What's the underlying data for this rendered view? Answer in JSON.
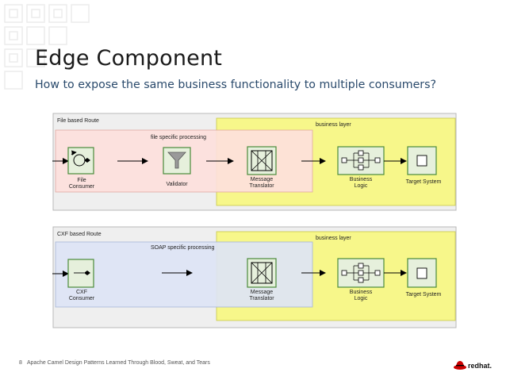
{
  "slide": {
    "title": "Edge Component",
    "subtitle": "How to expose the same business functionality to multiple consumers?",
    "page_number": "8",
    "footer": "Apache Camel Design Patterns Learned Through Blood, Sweat, and Tears",
    "logo_text": "redhat."
  },
  "route1": {
    "route_label": "File based Route",
    "business_layer_label": "business layer",
    "processing_label": "file specific processing",
    "consumer_label_1": "File",
    "consumer_label_2": "Consumer",
    "validator_label": "Validator",
    "translator_label_1": "Message",
    "translator_label_2": "Translator",
    "logic_label_1": "Business",
    "logic_label_2": "Logic",
    "target_label": "Target System"
  },
  "route2": {
    "route_label": "CXF based Route",
    "business_layer_label": "business layer",
    "processing_label": "SOAP specific processing",
    "consumer_label_1": "CXF",
    "consumer_label_2": "Consumer",
    "translator_label_1": "Message",
    "translator_label_2": "Translator",
    "logic_label_1": "Business",
    "logic_label_2": "Logic",
    "target_label": "Target System"
  },
  "colors": {
    "business_layer": "#f7f78a",
    "file_processing": "#fde0dc",
    "soap_processing": "#dde4f5",
    "icon_fill": "#e6f0dc",
    "icon_border": "#4a8a3a",
    "route_box": "#efefef",
    "brand_red": "#cc0000"
  }
}
